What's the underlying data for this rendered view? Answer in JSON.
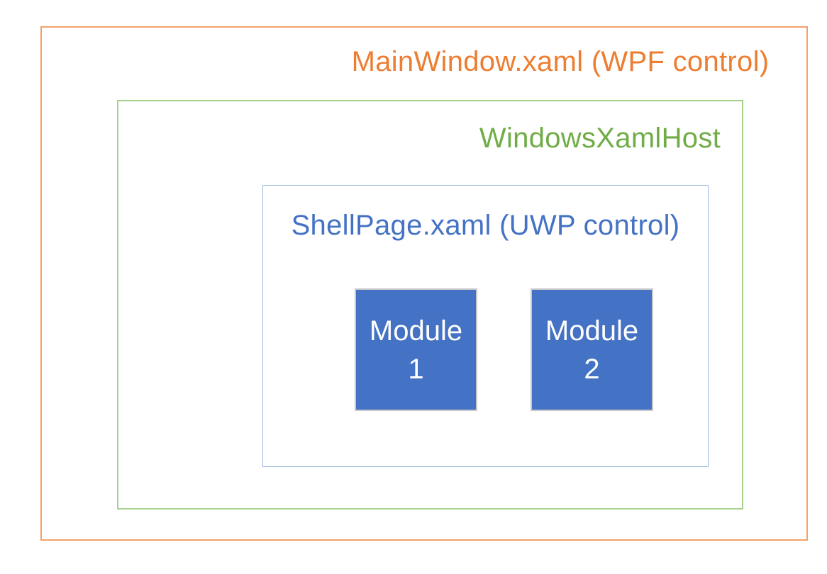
{
  "diagram": {
    "main_window": {
      "label": "MainWindow.xaml (WPF control)"
    },
    "xaml_host": {
      "label": "WindowsXamlHost"
    },
    "shell_page": {
      "label": "ShellPage.xaml (UWP control)"
    },
    "modules": [
      {
        "name": "Module",
        "number": "1"
      },
      {
        "name": "Module",
        "number": "2"
      }
    ]
  },
  "colors": {
    "main_window_border": "#F3A169",
    "main_window_label": "#ED7D31",
    "xaml_host_border": "#A8D08D",
    "xaml_host_label": "#70AD47",
    "shell_page_border": "#9CB9E0",
    "shell_page_label": "#4472C4",
    "module_fill": "#4472C4",
    "module_border": "#C9C9C9",
    "module_text": "#FFFFFF",
    "background": "#FFFFFF"
  }
}
